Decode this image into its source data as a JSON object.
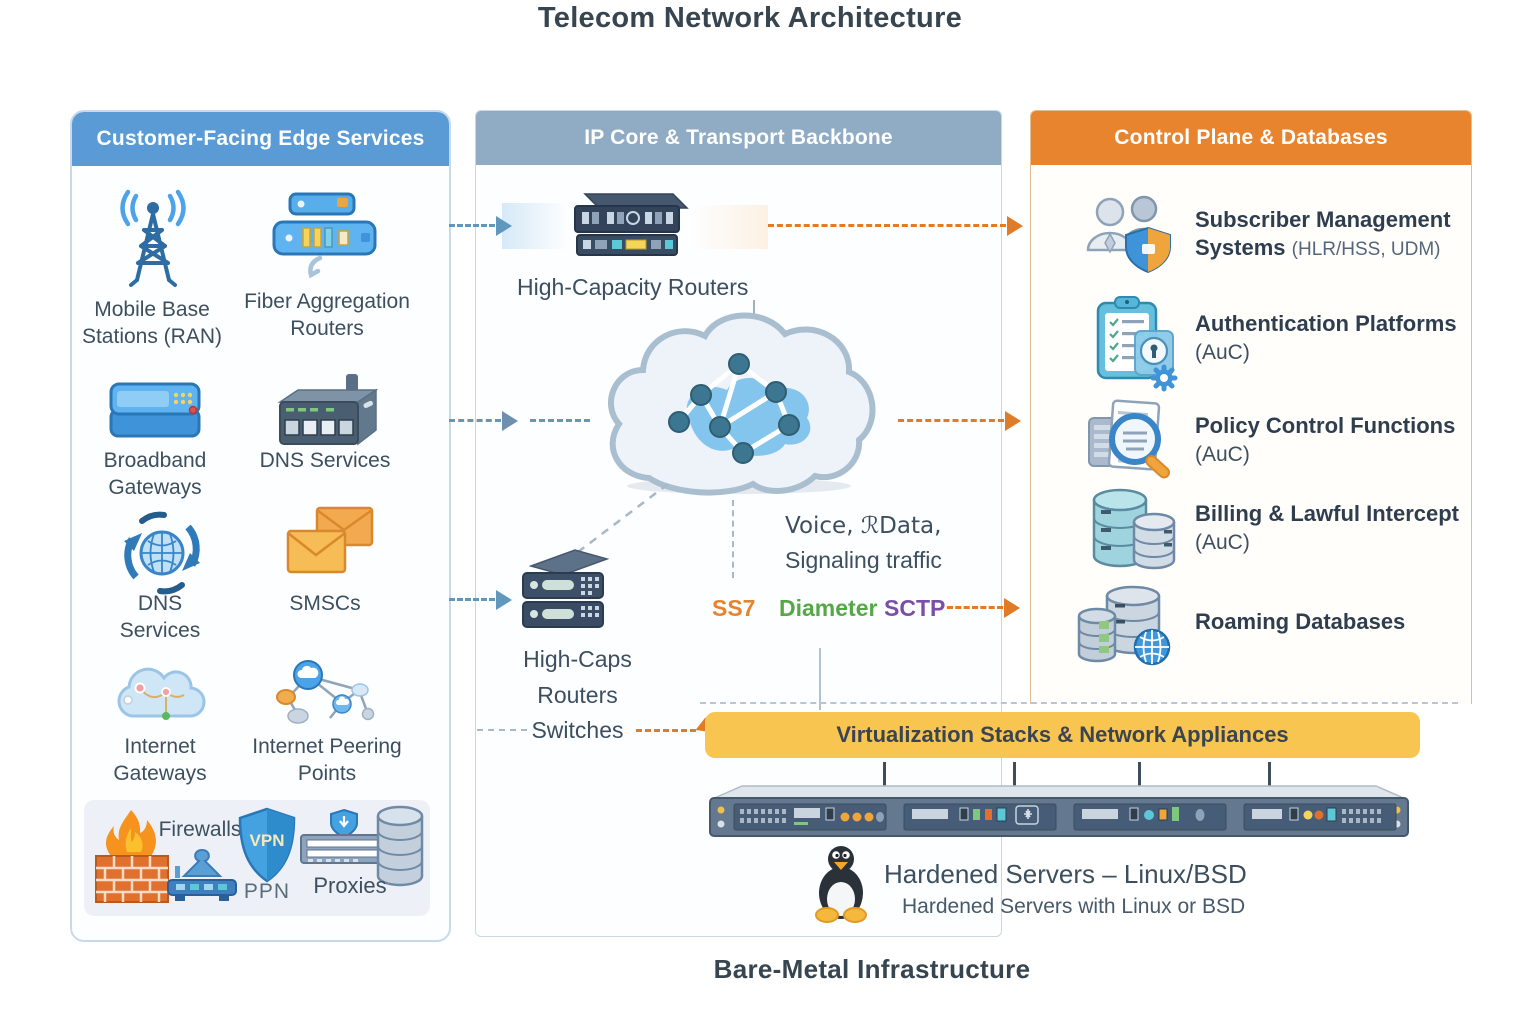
{
  "title": "Telecom Network Architecture",
  "edge": {
    "header": "Customer-Facing Edge Services",
    "items": [
      {
        "icon": "cell-tower-icon",
        "label": "Mobile Base Stations (RAN)"
      },
      {
        "icon": "fiber-router-icon",
        "label": "Fiber Aggregation Routers"
      },
      {
        "icon": "broadband-gateway-icon",
        "label": "Broadband Gateways"
      },
      {
        "icon": "dns-appliance-icon",
        "label": "DNS Services"
      },
      {
        "icon": "dns-globe-icon",
        "label": "DNS Services"
      },
      {
        "icon": "envelopes-icon",
        "label": "SMSCs"
      },
      {
        "icon": "cloud-network-icon",
        "label": "Internet Gateways"
      },
      {
        "icon": "peering-nodes-icon",
        "label": "Internet Peering Points"
      }
    ],
    "security": {
      "firewalls": "Firewalls",
      "vpn_badge": "VPN",
      "vpn_caption": "PPN",
      "proxies": "Proxies"
    }
  },
  "core": {
    "header": "IP Core & Transport Backbone",
    "router_label": "High-Capacity Routers",
    "traffic_line1": "Voice, ℛData,",
    "traffic_line2": "Signaling traffic",
    "protocols": {
      "ss7": "SS7",
      "diameter": "Diameter",
      "sctp": "SCTP"
    },
    "switch_label": "High-Caps Routers Switches"
  },
  "control": {
    "header": "Control Plane & Databases",
    "items": [
      {
        "icon": "subscribers-shield-icon",
        "title": "Subscriber Management Systems",
        "sub": "(HLR/HSS, UDM)"
      },
      {
        "icon": "auth-clipboard-lock-icon",
        "title": "Authentication Platforms",
        "sub": "(AuC)"
      },
      {
        "icon": "policy-magnifier-icon",
        "title": "Policy Control Functions",
        "sub": "(AuC)"
      },
      {
        "icon": "billing-databases-icon",
        "title": "Billing & Lawful Intercept",
        "sub": "(AuC)"
      },
      {
        "icon": "roaming-databases-globe-icon",
        "title": "Roaming Databases",
        "sub": ""
      }
    ]
  },
  "virtualization": {
    "banner": "Virtualization Stacks & Network Appliances"
  },
  "servers": {
    "title": "Hardened Servers – Linux/BSD",
    "subtitle": "Hardened Servers with Linux or BSD"
  },
  "footer": "Bare-Metal Infrastructure",
  "colors": {
    "edge_header": "#5B9BD5",
    "core_header": "#8FACC4",
    "control_header": "#E8842E",
    "banner": "#F8C550",
    "ss7": "#E8832D",
    "diameter": "#56A847",
    "sctp": "#7B4FA6",
    "arrow_blue": "#5F97BD",
    "arrow_orange": "#E07B28"
  }
}
